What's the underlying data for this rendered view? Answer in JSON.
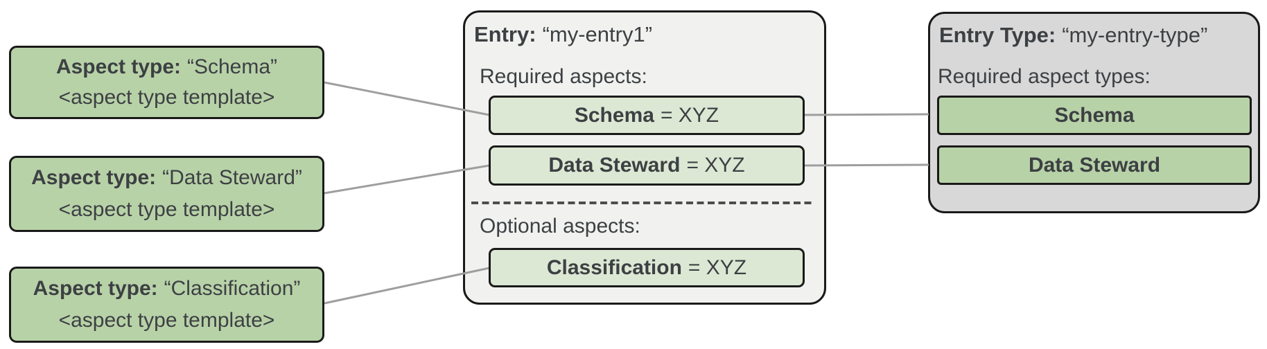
{
  "colors": {
    "aspect_type_green": "#b8d2a8",
    "aspect_row_light_green": "#dde8d4",
    "entry_panel_gray": "#f1f2f0",
    "entry_type_panel_gray": "#d8d8d8",
    "border_dark": "#1a1a1a",
    "connector_gray": "#9e9e9e",
    "divider_dark_gray": "#4d4d4d",
    "text": "#3d4043"
  },
  "left_cards": [
    {
      "label_bold": "Aspect type:",
      "label_value": "“Schema”",
      "template": "<aspect type template>"
    },
    {
      "label_bold": "Aspect type:",
      "label_value": "“Data Steward”",
      "template": "<aspect type template>"
    },
    {
      "label_bold": "Aspect type:",
      "label_value": "“Classification”",
      "template": "<aspect type template>"
    }
  ],
  "entry_panel": {
    "title_bold": "Entry:",
    "title_value": "“my-entry1”",
    "required_label": "Required aspects:",
    "optional_label": "Optional aspects:",
    "required_aspects": [
      {
        "name": "Schema",
        "suffix": "= XYZ"
      },
      {
        "name": "Data Steward",
        "suffix": "= XYZ"
      }
    ],
    "optional_aspects": [
      {
        "name": "Classification",
        "suffix": "= XYZ"
      }
    ]
  },
  "entry_type_panel": {
    "title_bold": "Entry Type:",
    "title_value": "“my-entry-type”",
    "required_label": "Required aspect types:",
    "aspect_types": [
      {
        "name": "Schema"
      },
      {
        "name": "Data Steward"
      }
    ]
  },
  "connections": [
    {
      "from": "aspect-type-card-schema",
      "to": "entry-required-aspect-schema"
    },
    {
      "from": "aspect-type-card-data-steward",
      "to": "entry-required-aspect-data-steward"
    },
    {
      "from": "aspect-type-card-classification",
      "to": "entry-optional-aspect-classification"
    },
    {
      "from": "entry-required-aspect-schema",
      "to": "entry-type-aspect-schema"
    },
    {
      "from": "entry-required-aspect-data-steward",
      "to": "entry-type-aspect-data-steward"
    }
  ]
}
